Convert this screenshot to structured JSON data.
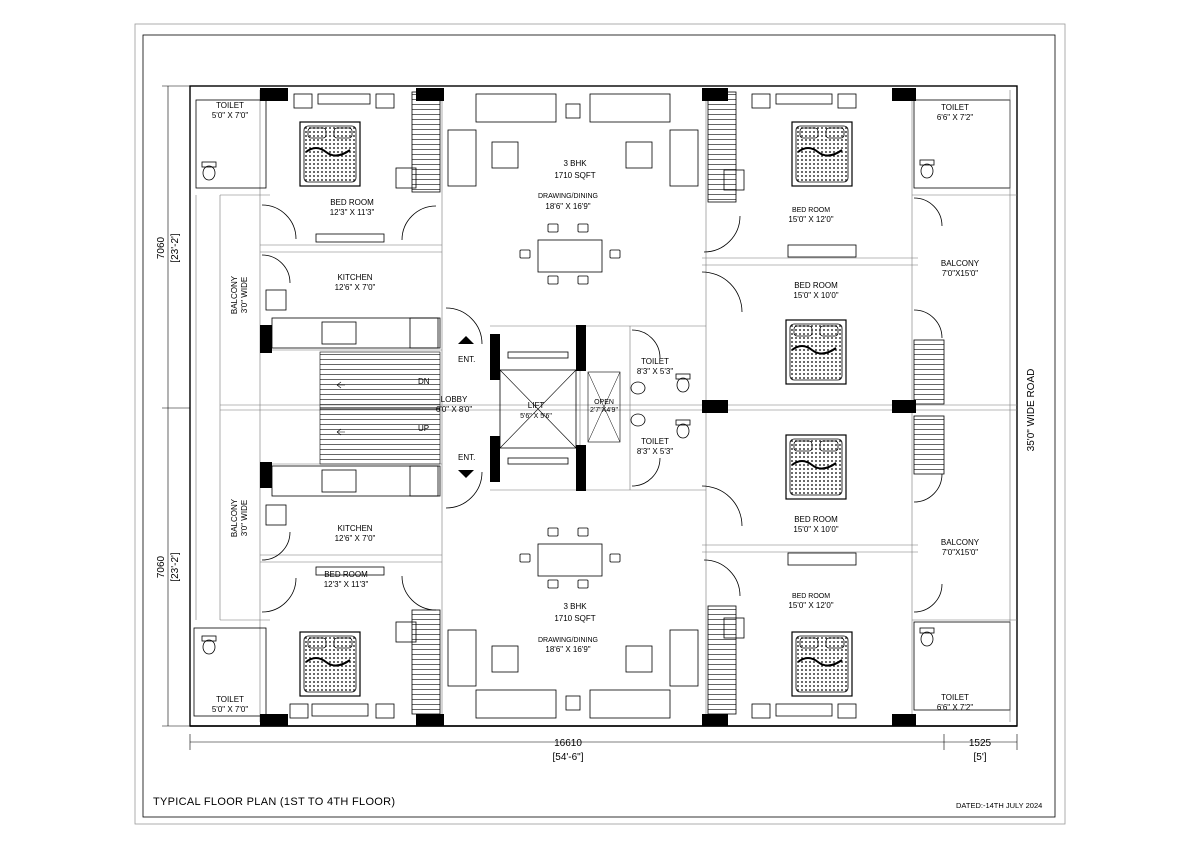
{
  "sheet": {
    "title": "TYPICAL FLOOR PLAN (1ST TO 4TH FLOOR)",
    "dated": "DATED:-14TH JULY 2024",
    "road": "35'0\" WIDE ROAD"
  },
  "dimensions": {
    "left_top_mm": "7060",
    "left_top_ft": "[23'-2']",
    "left_bottom_mm": "7060",
    "left_bottom_ft": "[23'-2']",
    "bottom_main_mm": "16610",
    "bottom_main_ft": "[54'-6\"]",
    "bottom_side_mm": "1525",
    "bottom_side_ft": "[5']"
  },
  "rooms": {
    "toilet_tl": {
      "name": "TOILET",
      "size": "5'0\" X 7'0\""
    },
    "bed_tl": {
      "name": "BED ROOM",
      "size": "12'3\" X 11'3\""
    },
    "kitchen_t": {
      "name": "KITCHEN",
      "size": "12'6\" X 7'0\""
    },
    "balcony_l_t": {
      "name": "BALCONY",
      "size": "3'0\" WIDE"
    },
    "flat_t": {
      "name": "3 BHK",
      "area": "1710 SQFT"
    },
    "drawing_t": {
      "name": "DRAWING/DINING",
      "size": "18'6\" X 16'9\""
    },
    "bed_tr": {
      "name": "BED ROOM",
      "size": "15'0\" X 12'0\""
    },
    "toilet_tr": {
      "name": "TOILET",
      "size": "6'6\" X 7'2\""
    },
    "balcony_r_t": {
      "name": "BALCONY",
      "size": "7'0\"X15'0\""
    },
    "bed_mr_t": {
      "name": "BED ROOM",
      "size": "15'0\" X 10'0\""
    },
    "lobby": {
      "name": "LOBBY",
      "size": "6'0\" X 8'0\""
    },
    "lift": {
      "name": "LIFT",
      "size": "5'6\" X 5'6\""
    },
    "open": {
      "name": "OPEN",
      "size": "2'7\"X4'9\""
    },
    "toilet_c_t": {
      "name": "TOILET",
      "size": "8'3\" X 5'3\""
    },
    "toilet_c_b": {
      "name": "TOILET",
      "size": "8'3\" X 5'3\""
    },
    "bed_mr_b": {
      "name": "BED ROOM",
      "size": "15'0\" X 10'0\""
    },
    "balcony_r_b": {
      "name": "BALCONY",
      "size": "7'0\"X15'0\""
    },
    "kitchen_b": {
      "name": "KITCHEN",
      "size": "12'6\" X 7'0\""
    },
    "balcony_l_b": {
      "name": "BALCONY",
      "size": "3'0\" WIDE"
    },
    "flat_b": {
      "name": "3 BHK",
      "area": "1710 SQFT"
    },
    "drawing_b": {
      "name": "DRAWING/DINING",
      "size": "18'6\" X 16'9\""
    },
    "bed_bl": {
      "name": "BED ROOM",
      "size": "12'3\" X 11'3\""
    },
    "bed_br": {
      "name": "BED ROOM",
      "size": "15'0\" X 12'0\""
    },
    "toilet_bl": {
      "name": "TOILET",
      "size": "5'0\" X 7'0\""
    },
    "toilet_br": {
      "name": "TOILET",
      "size": "6'6\" X 7'2\""
    }
  },
  "markers": {
    "ent_top": "ENT.",
    "ent_bottom": "ENT.",
    "stair_dn": "DN",
    "stair_up": "UP"
  }
}
